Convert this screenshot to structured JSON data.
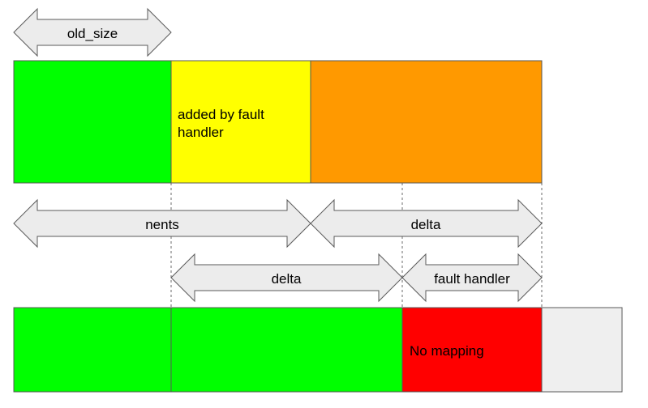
{
  "arrows": {
    "old_size": "old_size",
    "nents": "nents",
    "delta_top": "delta",
    "delta_bottom": "delta",
    "fault_handler": "fault handler"
  },
  "top_row": {
    "yellow_label_line1": "added by fault",
    "yellow_label_line2": "handler"
  },
  "bottom_row": {
    "red_label": "No mapping"
  },
  "colors": {
    "green": "#00ff00",
    "yellow": "#ffff00",
    "orange": "#ff9900",
    "red": "#ff0000",
    "light_gray": "#efefef",
    "arrow_fill": "#ececec"
  }
}
